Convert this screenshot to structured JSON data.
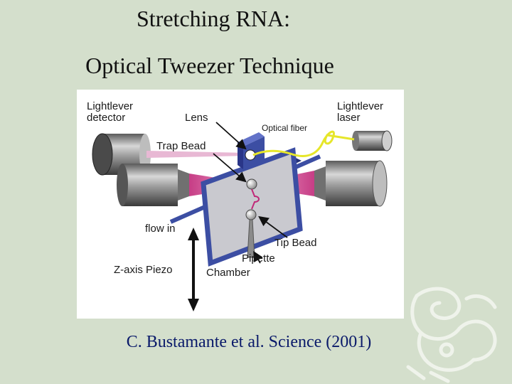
{
  "slide": {
    "title_line1": "Stretching RNA:",
    "title_line2": "Optical Tweezer Technique",
    "citation": "C. Bustamante et al. Science (2001)"
  },
  "diagram": {
    "labels": {
      "lightlever_detector_1": "Lightlever",
      "lightlever_detector_2": "detector",
      "lightlever_laser_1": "Lightlever",
      "lightlever_laser_2": "laser",
      "lens": "Lens",
      "optical_fiber": "Optical fiber",
      "trap_bead": "Trap Bead",
      "flow_in": "flow in",
      "tip_bead": "Tip Bead",
      "pipette": "Pipette",
      "z_axis_piezo": "Z-axis Piezo",
      "chamber": "Chamber"
    }
  },
  "colors": {
    "background": "#d4dfcc",
    "citation_text": "#0a1a6a",
    "chamber_blue": "#3c4ea3",
    "laser_pink": "#d0348c",
    "fiber_yellow": "#e6e62a"
  },
  "icons": {
    "logo": "dragon-emblem-icon"
  }
}
